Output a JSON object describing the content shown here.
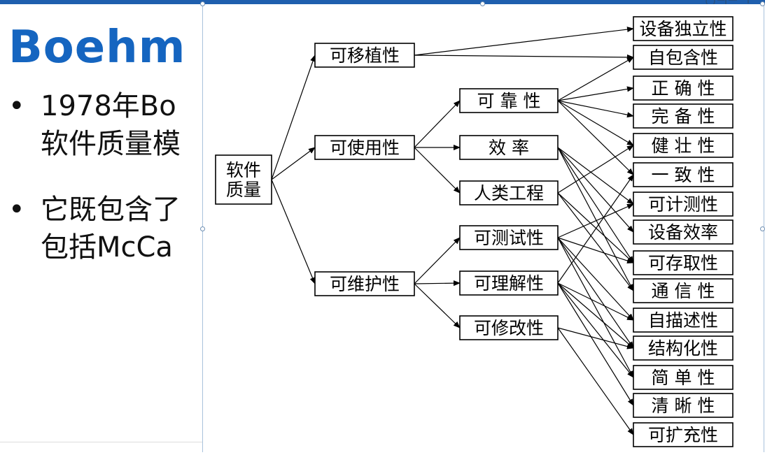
{
  "slide": {
    "title": "Boehm",
    "bullets": [
      {
        "lines": [
          "1978年Bo",
          "软件质量模"
        ]
      },
      {
        "lines": [
          "它既包含了",
          "包括McCa"
        ]
      }
    ]
  },
  "diagram": {
    "root": "软件\n质量",
    "level1": [
      "可移植性",
      "可使用性",
      "可维护性"
    ],
    "level2": [
      "可 靠 性",
      "效      率",
      "人类工程",
      "可测试性",
      "可理解性",
      "可修改性"
    ],
    "leaves": [
      "设备独立性",
      "自包含性",
      "正 确 性",
      "完 备 性",
      "健 壮 性",
      "一 致 性",
      "可计测性",
      "设备效率",
      "可存取性",
      "通 信 性",
      "自描述性",
      "结构化性",
      "简 单 性",
      "清 晰 性",
      "可扩充性"
    ],
    "edges": [
      [
        "root",
        "可移植性"
      ],
      [
        "root",
        "可使用性"
      ],
      [
        "root",
        "可维护性"
      ],
      [
        "可移植性",
        "设备独立性"
      ],
      [
        "可移植性",
        "自包含性"
      ],
      [
        "可使用性",
        "可 靠 性"
      ],
      [
        "可使用性",
        "效      率"
      ],
      [
        "可使用性",
        "人类工程"
      ],
      [
        "可维护性",
        "可测试性"
      ],
      [
        "可维护性",
        "可理解性"
      ],
      [
        "可维护性",
        "可修改性"
      ],
      [
        "可 靠 性",
        "自包含性"
      ],
      [
        "可 靠 性",
        "正 确 性"
      ],
      [
        "可 靠 性",
        "完 备 性"
      ],
      [
        "可 靠 性",
        "健 壮 性"
      ],
      [
        "可 靠 性",
        "一 致 性"
      ],
      [
        "效      率",
        "可计测性"
      ],
      [
        "效      率",
        "设备效率"
      ],
      [
        "效      率",
        "可存取性"
      ],
      [
        "效      率",
        "通 信 性"
      ],
      [
        "人类工程",
        "健 壮 性"
      ],
      [
        "人类工程",
        "可存取性"
      ],
      [
        "人类工程",
        "通 信 性"
      ],
      [
        "可测试性",
        "可计测性"
      ],
      [
        "可测试性",
        "可存取性"
      ],
      [
        "可测试性",
        "自描述性"
      ],
      [
        "可测试性",
        "结构化性"
      ],
      [
        "可测试性",
        "简 单 性"
      ],
      [
        "可理解性",
        "一 致 性"
      ],
      [
        "可理解性",
        "自描述性"
      ],
      [
        "可理解性",
        "结构化性"
      ],
      [
        "可理解性",
        "简 单 性"
      ],
      [
        "可理解性",
        "清 晰 性"
      ],
      [
        "可修改性",
        "结构化性"
      ],
      [
        "可修改性",
        "可扩充性"
      ]
    ]
  }
}
